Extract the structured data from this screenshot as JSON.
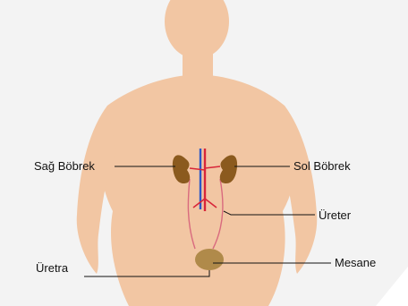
{
  "labels": {
    "right_kidney": "Sağ Böbrek",
    "left_kidney": "Sol Böbrek",
    "ureter": "Üreter",
    "bladder": "Mesane",
    "urethra": "Üretra"
  },
  "colors": {
    "background": "#f3f3f3",
    "skin": "#f2c6a3",
    "kidney": "#8b5a1e",
    "artery": "#d8263a",
    "vein": "#2c57c8",
    "ureter": "#d96a7e",
    "bladder": "#b08a4a",
    "leader_line": "#111111"
  }
}
